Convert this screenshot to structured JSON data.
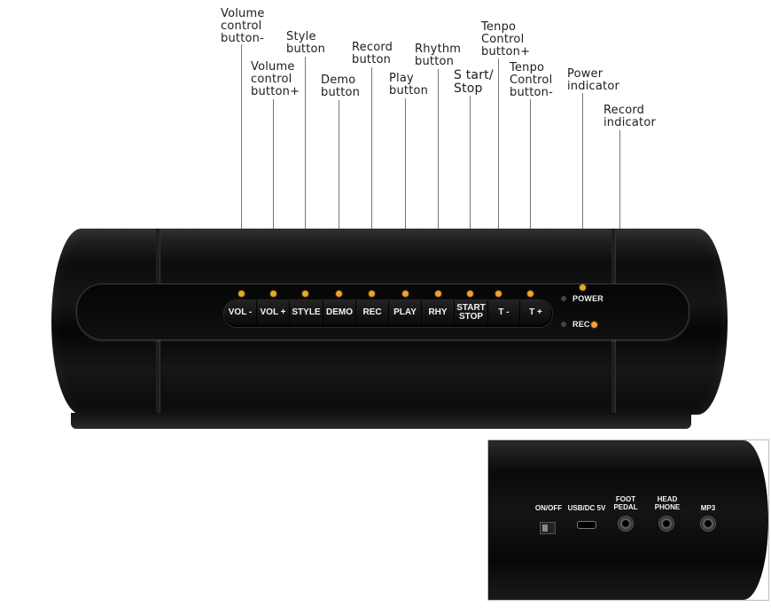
{
  "callouts": {
    "vol_minus": "Volume\ncontrol\nbutton-",
    "vol_plus": "Volume\ncontrol\nbutton+",
    "style": "Style\nbutton",
    "demo": "Demo\nbutton",
    "record": "Record\nbutton",
    "play": "Play\nbutton",
    "rhythm": "Rhythm\nbutton",
    "start_stop": "S tart/\nStop",
    "tempo_plus": "Tenpo\nControl\nbutton+",
    "tempo_minus": "Tenpo\nControl\nbutton-",
    "power": "Power\nindicator",
    "rec_ind": "Record\nindicator"
  },
  "buttons": {
    "vol_minus": "VOL -",
    "vol_plus": "VOL +",
    "style": "STYLE",
    "demo": "DEMO",
    "rec": "REC",
    "play": "PLAY",
    "rhy": "RHY",
    "start_stop": "START\nSTOP",
    "t_minus": "T -",
    "t_plus": "T +"
  },
  "indicators": {
    "power": "POWER",
    "rec": "REC"
  },
  "inset_ports": {
    "on_off": "ON/OFF",
    "usb": "USB/DC 5V",
    "foot_pedal": "FOOT\nPEDAL",
    "headphone": "HEAD\nPHONE",
    "mp3": "MP3"
  },
  "colors": {
    "marker": "#e8a531",
    "device": "#0d0d0d"
  }
}
